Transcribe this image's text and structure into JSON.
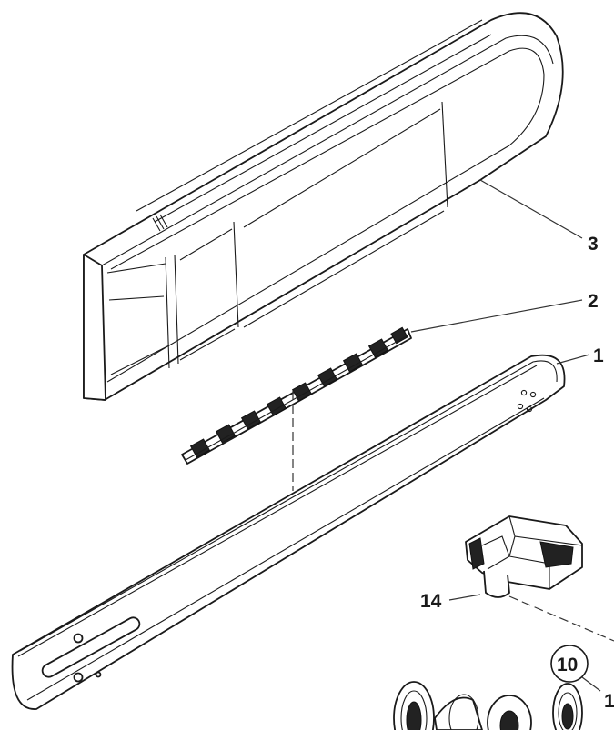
{
  "labels": {
    "scabbard": "3",
    "chain": "2",
    "guide_bar": "1",
    "bumper_spike": "14",
    "circled_part": "10",
    "sprocket_edge": "1"
  }
}
